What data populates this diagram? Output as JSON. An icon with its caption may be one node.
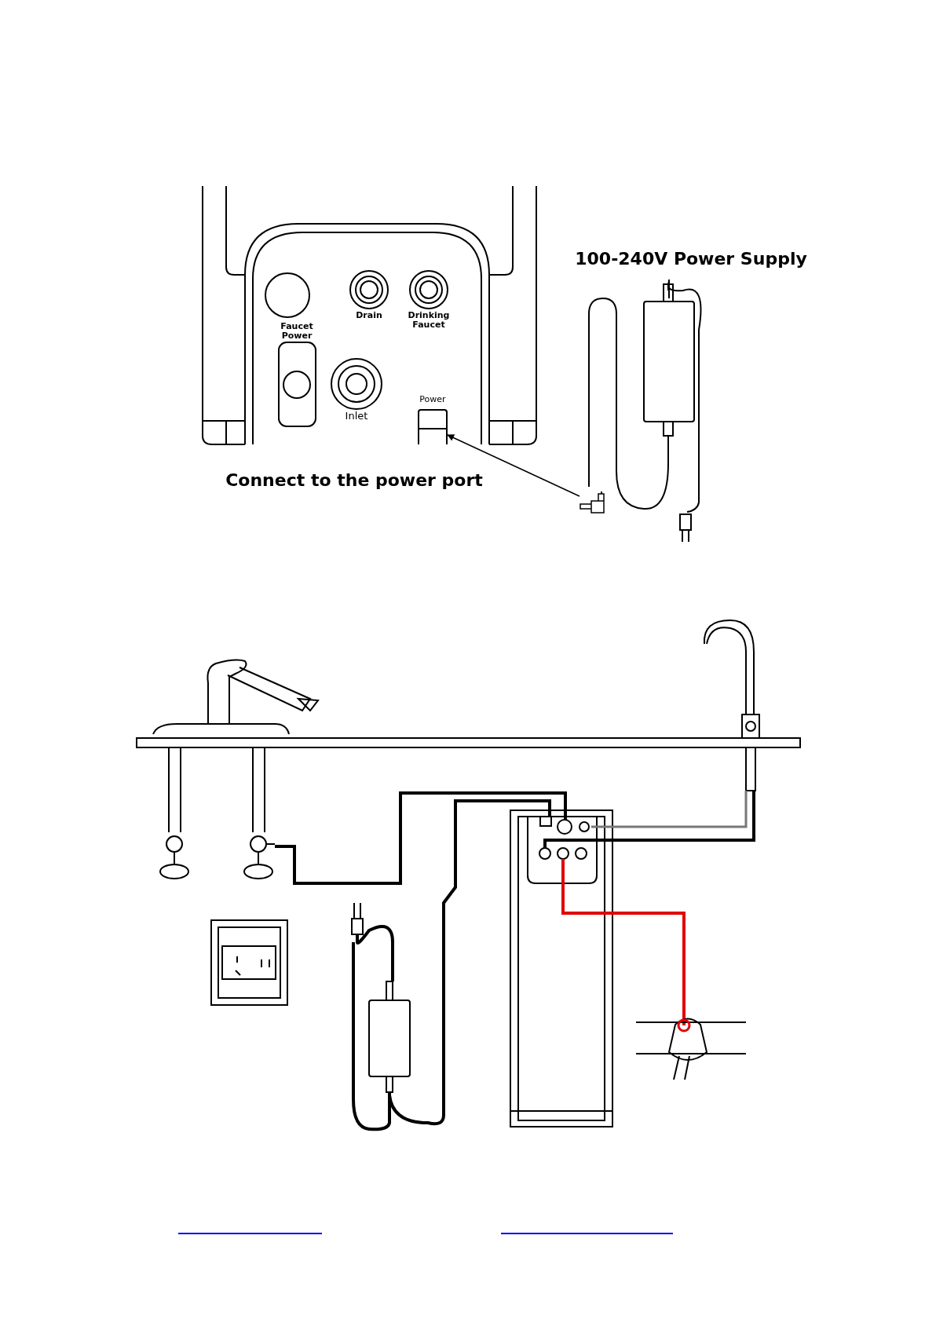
{
  "diagram": {
    "nodes": [
      {
        "text": [
          "Power"
        ]
      },
      {
        "text": [],
        "shape": "plug"
      }
    ],
    "edges": [
      {
        "from": 1,
        "to": 0,
        "arrow": "to"
      }
    ],
    "labels": [
      "100-240V Power Supply",
      "Drain",
      "Drinking Faucet",
      "Faucet Power",
      "Inlet",
      "Connect to the power port"
    ]
  }
}
